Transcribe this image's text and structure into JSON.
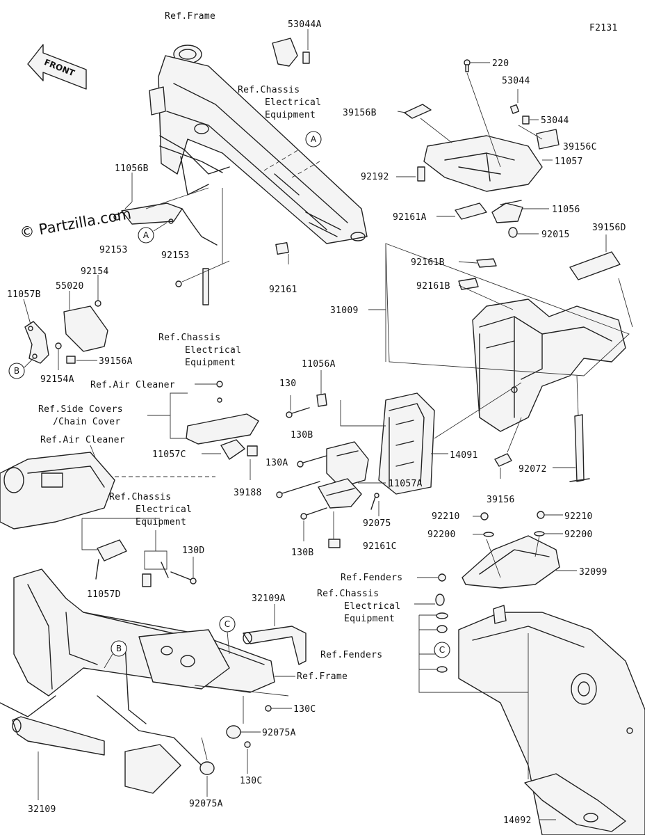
{
  "figure_code": "F2131",
  "watermark": "© Partzilla.com",
  "direction_arrow": "FRONT",
  "callouts": {
    "a1": "A",
    "a2": "A",
    "b1": "B",
    "b2": "B",
    "c1": "C",
    "c2": "C"
  },
  "labels": {
    "ref_frame_top": "Ref.Frame",
    "p53044A": "53044A",
    "ref_chassis_1a": "Ref.Chassis",
    "ref_chassis_1b": "Electrical",
    "ref_chassis_1c": "Equipment",
    "p220": "220",
    "p53044_top": "53044",
    "p53044_right": "53044",
    "p39156B": "39156B",
    "p39156C": "39156C",
    "p11057": "11057",
    "p92192": "92192",
    "p92161A": "92161A",
    "p11056": "11056",
    "p92015": "92015",
    "p39156D": "39156D",
    "p11056B": "11056B",
    "p92153_a": "92153",
    "p92153_b": "92153",
    "p92161": "92161",
    "p92161B_a": "92161B",
    "p92161B_b": "92161B",
    "p31009": "31009",
    "p92154": "92154",
    "p55020": "55020",
    "p11057B": "11057B",
    "p39156A": "39156A",
    "p92154A": "92154A",
    "ref_chassis_2a": "Ref.Chassis",
    "ref_chassis_2b": "Electrical",
    "ref_chassis_2c": "Equipment",
    "ref_air_1": "Ref.Air Cleaner",
    "ref_side_a": "Ref.Side Covers",
    "ref_side_b": "/Chain Cover",
    "ref_air_2": "Ref.Air Cleaner",
    "p11057C": "11057C",
    "p39188": "39188",
    "p11056A": "11056A",
    "p130": "130",
    "p130B_a": "130B",
    "p130A": "130A",
    "p14091": "14091",
    "p11057A": "11057A",
    "p92075": "92075",
    "p130B_b": "130B",
    "p92161C": "92161C",
    "p39156": "39156",
    "p92072": "92072",
    "ref_chassis_3a": "Ref.Chassis",
    "ref_chassis_3b": "Electrical",
    "ref_chassis_3c": "Equipment",
    "p130D": "130D",
    "p11057D": "11057D",
    "p92210_a": "92210",
    "p92210_b": "92210",
    "p92200_a": "92200",
    "p92200_b": "92200",
    "p32099": "32099",
    "ref_fenders_1": "Ref.Fenders",
    "ref_chassis_4a": "Ref.Chassis",
    "ref_chassis_4b": "Electrical",
    "ref_chassis_4c": "Equipment",
    "ref_fenders_2": "Ref.Fenders",
    "p32109A": "32109A",
    "ref_frame_mid": "Ref.Frame",
    "p130C_a": "130C",
    "p92075A_a": "92075A",
    "p130C_b": "130C",
    "p32109": "32109",
    "p92075A_b": "92075A",
    "p14092": "14092"
  }
}
